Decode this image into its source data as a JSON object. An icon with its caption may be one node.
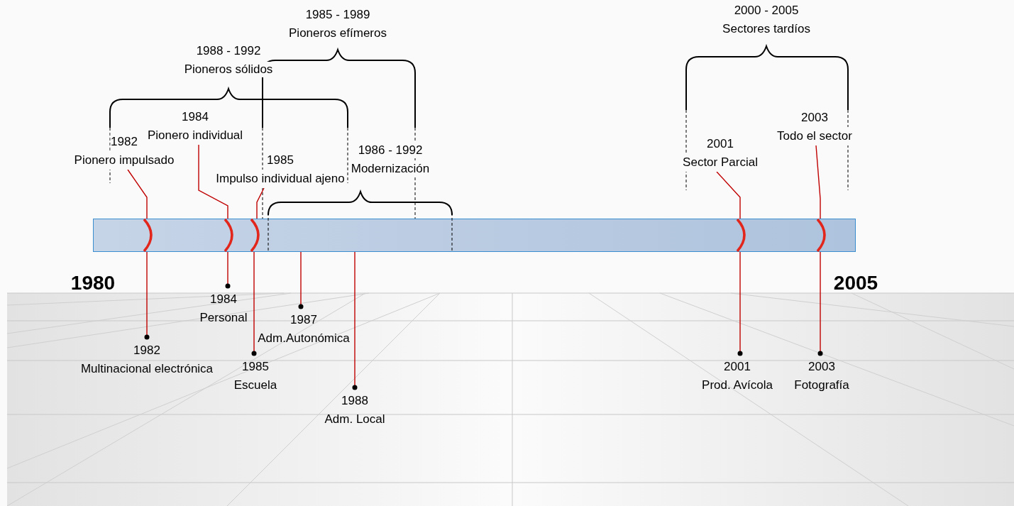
{
  "diagram": {
    "nodes": [
      {
        "text": [],
        "shape": "bar"
      },
      {
        "text": [
          "1982",
          "Pionero impulsado"
        ]
      },
      {
        "text": [
          "1984",
          "Pionero individual"
        ]
      },
      {
        "text": [
          "1985",
          "Impulso individual ajeno"
        ]
      },
      {
        "text": [
          "2001",
          "Sector Parcial"
        ]
      },
      {
        "text": [
          "2003",
          "Todo el sector"
        ]
      },
      {
        "text": [
          "1982",
          "Multinacional electrónica"
        ]
      },
      {
        "text": [
          "1984",
          "Personal"
        ]
      },
      {
        "text": [
          "1985",
          "Escuela"
        ]
      },
      {
        "text": [
          "1987",
          "Adm.Autonómica"
        ]
      },
      {
        "text": [
          "1988",
          "Adm. Local"
        ]
      },
      {
        "text": [
          "2001",
          "Prod. Avícola"
        ]
      },
      {
        "text": [
          "2003",
          "Fotografía"
        ]
      }
    ],
    "edges": [
      {
        "from": 1,
        "to": 0,
        "arrow": "none"
      },
      {
        "from": 2,
        "to": 0,
        "arrow": "none"
      },
      {
        "from": 3,
        "to": 0,
        "arrow": "none"
      },
      {
        "from": 4,
        "to": 0,
        "arrow": "none"
      },
      {
        "from": 5,
        "to": 0,
        "arrow": "none"
      },
      {
        "from": 6,
        "to": 0,
        "arrow": "other"
      },
      {
        "from": 7,
        "to": 0,
        "arrow": "other"
      },
      {
        "from": 8,
        "to": 0,
        "arrow": "other"
      },
      {
        "from": 9,
        "to": 0,
        "arrow": "other"
      },
      {
        "from": 10,
        "to": 0,
        "arrow": "other"
      },
      {
        "from": 11,
        "to": 0,
        "arrow": "other"
      },
      {
        "from": 12,
        "to": 0,
        "arrow": "other"
      }
    ],
    "labels": [
      "1985 - 1989",
      "Pioneros efímeros",
      "2000 - 2005",
      "Sectores tardíos",
      "1988 - 1992",
      "Pioneros sólidos",
      "1986 - 1992",
      "Modernización",
      "1980",
      "2005"
    ]
  }
}
